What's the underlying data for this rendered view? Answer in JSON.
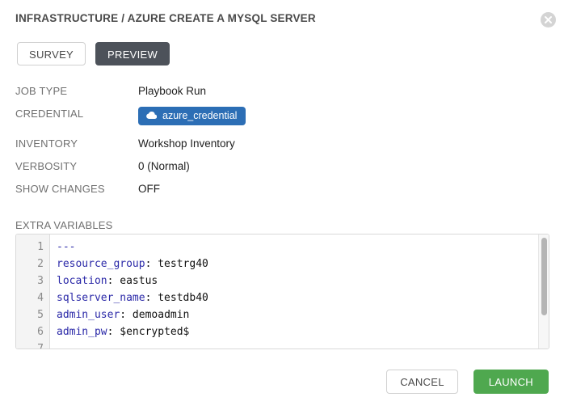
{
  "dialog": {
    "title": "INFRASTRUCTURE / AZURE CREATE A MYSQL SERVER",
    "close_icon": "close-circle-icon"
  },
  "tabs": [
    {
      "label": "SURVEY",
      "active": false
    },
    {
      "label": "PREVIEW",
      "active": true
    }
  ],
  "details": [
    {
      "label": "JOB TYPE",
      "value": "Playbook Run"
    },
    {
      "label": "CREDENTIAL",
      "value": "azure_credential",
      "badge": true,
      "icon": "cloud-icon"
    },
    {
      "label": "INVENTORY",
      "value": "Workshop Inventory"
    },
    {
      "label": "VERBOSITY",
      "value": "0 (Normal)"
    },
    {
      "label": "SHOW CHANGES",
      "value": "OFF"
    }
  ],
  "extra_variables": {
    "label": "EXTRA VARIABLES",
    "line_numbers": [
      "1",
      "2",
      "3",
      "4",
      "5",
      "6",
      "7"
    ],
    "lines": [
      {
        "key": "---",
        "punct": "",
        "value": ""
      },
      {
        "key": "resource_group",
        "punct": ":",
        "value": " testrg40"
      },
      {
        "key": "location",
        "punct": ":",
        "value": " eastus"
      },
      {
        "key": "sqlserver_name",
        "punct": ":",
        "value": " testdb40"
      },
      {
        "key": "admin_user",
        "punct": ":",
        "value": " demoadmin"
      },
      {
        "key": "admin_pw",
        "punct": ":",
        "value": " $encrypted$"
      },
      {
        "key": "",
        "punct": "",
        "value": ""
      }
    ]
  },
  "footer": {
    "cancel_label": "CANCEL",
    "launch_label": "LAUNCH"
  },
  "colors": {
    "badge_blue": "#2c6eb5",
    "launch_green": "#4fa84f",
    "preview_dark": "#4d525a",
    "yaml_key": "#2b29a8",
    "label_gray": "#707070"
  }
}
